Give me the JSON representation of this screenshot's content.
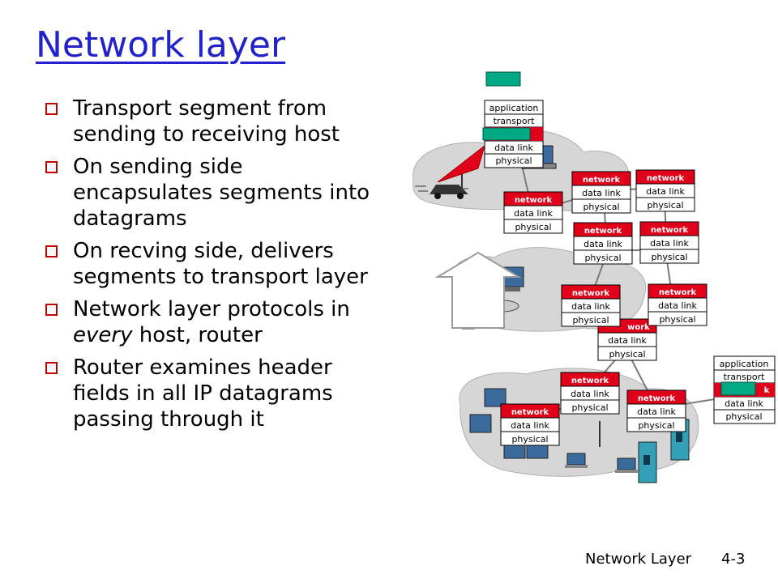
{
  "title": "Network layer",
  "bullets": [
    {
      "text": "Transport segment from sending to receiving host"
    },
    {
      "text": "On sending side encapsulates segments into datagrams"
    },
    {
      "text": "On recving side, delivers segments to transport layer"
    },
    {
      "before": "Network layer protocols in ",
      "emph": "every",
      "after": " host, router"
    },
    {
      "text": "Router examines header fields in all IP datagrams passing through it"
    }
  ],
  "layers": {
    "application": "application",
    "transport": "transport",
    "network": "network",
    "link": "data link",
    "physical": "physical",
    "network_partial": "work",
    "network_partial2": "k"
  },
  "footer": {
    "left": "Network Layer",
    "right": "4-3"
  },
  "colors": {
    "title": "#2222cc",
    "bullet_box": "#c00000",
    "network_row": "#e0001a",
    "segment": "#00a884"
  }
}
